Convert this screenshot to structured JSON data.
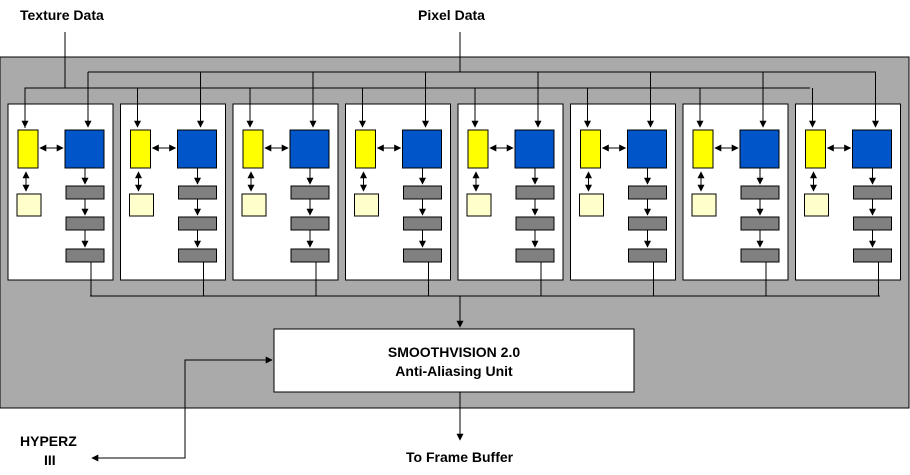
{
  "labels": {
    "texture_data": "Texture Data",
    "pixel_data": "Pixel Data",
    "aa_title": "SMOOTHVISION 2.0",
    "aa_subtitle": "Anti-Aliasing Unit",
    "hyperz_line1": "HYPERZ",
    "hyperz_line2": "III",
    "frame_buffer": "To Frame Buffer"
  },
  "pipelines": 8,
  "colors": {
    "background": "#ffffff",
    "chip": "#aaaaaa",
    "pipeline_box": "#ffffff",
    "texture_unit": "#ffff00",
    "pixel_unit": "#0055c8",
    "cache": "#ffffcc",
    "stage": "#808080",
    "line": "#000000"
  }
}
